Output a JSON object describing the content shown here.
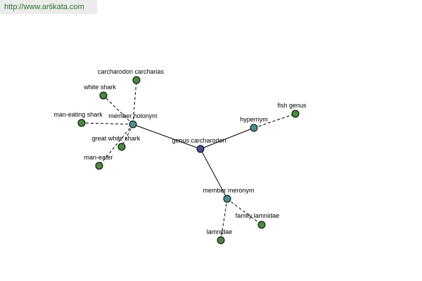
{
  "url": "http://www.artikata.com",
  "colors": {
    "root": "#4a4e8c",
    "relation": "#4f8f8f",
    "leaf": "#4a8a40",
    "edge": "#000000"
  },
  "nodes": [
    {
      "id": "root",
      "label": "genus carcharodon",
      "type": "root"
    },
    {
      "id": "holonym",
      "label": "member holonym",
      "type": "relation"
    },
    {
      "id": "hypernym",
      "label": "hypernym",
      "type": "relation"
    },
    {
      "id": "meronym",
      "label": "member meronym",
      "type": "relation"
    },
    {
      "id": "cc",
      "label": "carcharodon carcharias",
      "type": "leaf"
    },
    {
      "id": "ws",
      "label": "white shark",
      "type": "leaf"
    },
    {
      "id": "mes",
      "label": "man-eating shark",
      "type": "leaf"
    },
    {
      "id": "gws",
      "label": "great white shark",
      "type": "leaf"
    },
    {
      "id": "me",
      "label": "man-eater",
      "type": "leaf"
    },
    {
      "id": "fg",
      "label": "fish genus",
      "type": "leaf"
    },
    {
      "id": "fl",
      "label": "family lamnidae",
      "type": "leaf"
    },
    {
      "id": "lam",
      "label": "lamnidae",
      "type": "leaf"
    }
  ],
  "edges": [
    {
      "from": "root",
      "to": "holonym",
      "style": "solid"
    },
    {
      "from": "root",
      "to": "hypernym",
      "style": "solid"
    },
    {
      "from": "root",
      "to": "meronym",
      "style": "solid"
    },
    {
      "from": "holonym",
      "to": "cc",
      "style": "dashed"
    },
    {
      "from": "holonym",
      "to": "ws",
      "style": "dashed"
    },
    {
      "from": "holonym",
      "to": "mes",
      "style": "dashed"
    },
    {
      "from": "holonym",
      "to": "gws",
      "style": "dashed"
    },
    {
      "from": "holonym",
      "to": "me",
      "style": "dashed"
    },
    {
      "from": "hypernym",
      "to": "fg",
      "style": "dashed"
    },
    {
      "from": "meronym",
      "to": "fl",
      "style": "dashed"
    },
    {
      "from": "meronym",
      "to": "lam",
      "style": "dashed"
    }
  ]
}
